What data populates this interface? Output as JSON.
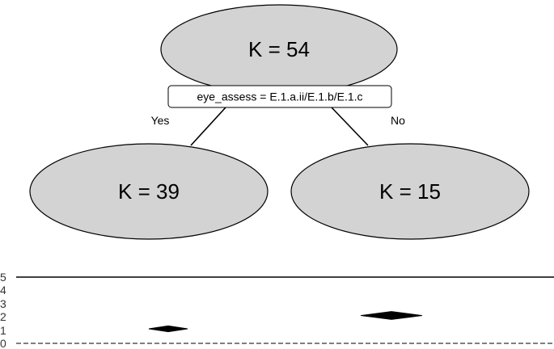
{
  "tree": {
    "root": {
      "label": "K = 54"
    },
    "split": {
      "label": "eye_assess = E.1.a.ii/E.1.b/E.1.c"
    },
    "edges": {
      "yes": "Yes",
      "no": "No"
    },
    "left": {
      "label": "K = 39"
    },
    "right": {
      "label": "K = 15"
    }
  },
  "strip": {
    "ticks": [
      "5",
      "4",
      "3",
      "2",
      "1",
      "0"
    ],
    "tick_values": [
      5,
      4,
      3,
      2,
      1,
      0
    ],
    "ylim": [
      0,
      5
    ],
    "reference_value": 5,
    "distributions": [
      {
        "node": "left",
        "center": 1.1,
        "spread": 0.2
      },
      {
        "node": "right",
        "center": 2.1,
        "spread": 0.35
      }
    ]
  }
}
